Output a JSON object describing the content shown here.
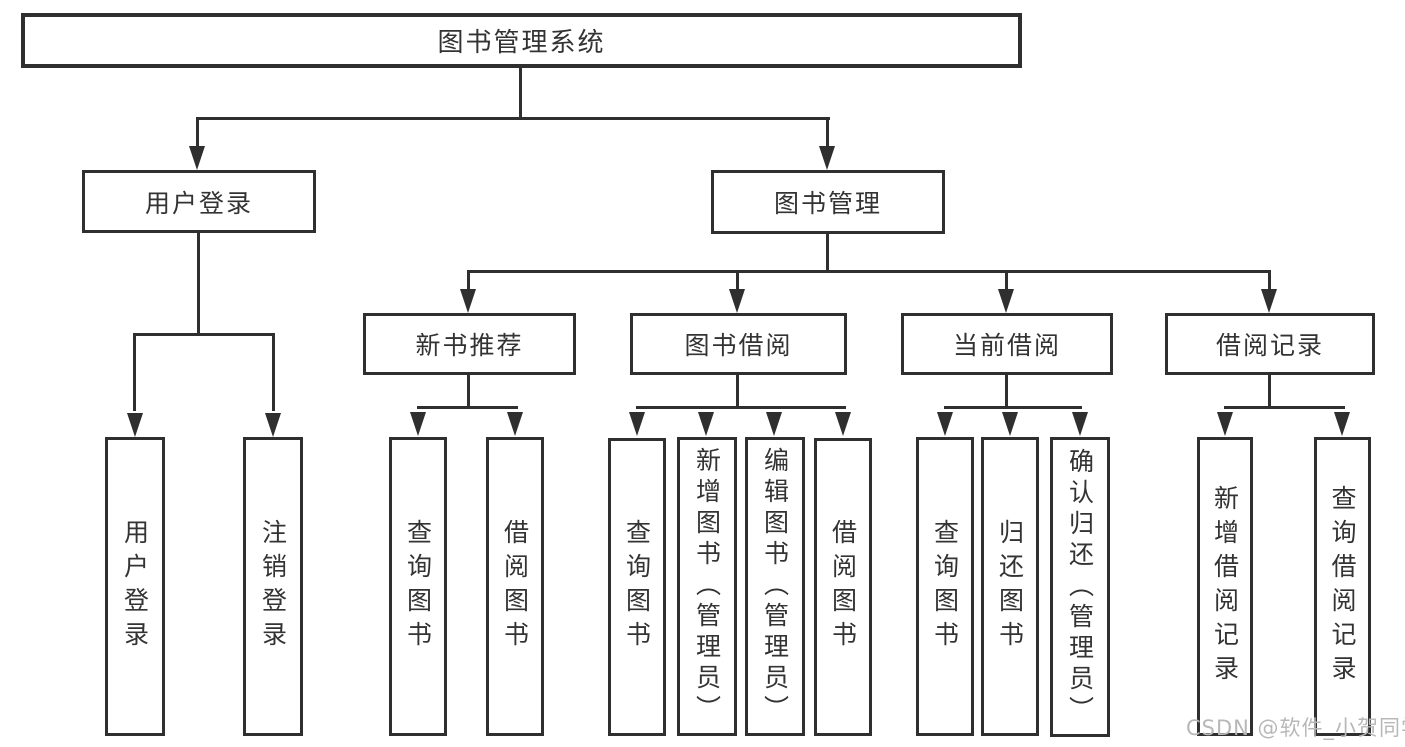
{
  "diagram": {
    "root": {
      "label": "图书管理系统"
    },
    "login_branch": {
      "label": "用户登录",
      "children": [
        {
          "label": "用户登录"
        },
        {
          "label": "注销登录"
        }
      ]
    },
    "management_branch": {
      "label": "图书管理",
      "sections": [
        {
          "label": "新书推荐",
          "children": [
            {
              "label": "查询图书"
            },
            {
              "label": "借阅图书"
            }
          ]
        },
        {
          "label": "图书借阅",
          "children": [
            {
              "label": "查询图书"
            },
            {
              "label": "新增图书（管理员）"
            },
            {
              "label": "编辑图书（管理员）"
            },
            {
              "label": "借阅图书"
            }
          ]
        },
        {
          "label": "当前借阅",
          "children": [
            {
              "label": "查询图书"
            },
            {
              "label": "归还图书"
            },
            {
              "label": "确认归还（管理员）"
            }
          ]
        },
        {
          "label": "借阅记录",
          "children": [
            {
              "label": "新增借阅记录"
            },
            {
              "label": "查询借阅记录"
            }
          ]
        }
      ]
    },
    "watermark": "CSDN @软件_小贺同学"
  },
  "colors": {
    "line": "#2f2f2f",
    "text": "#333333",
    "background": "#ffffff",
    "watermark": "#b8b8b8"
  }
}
